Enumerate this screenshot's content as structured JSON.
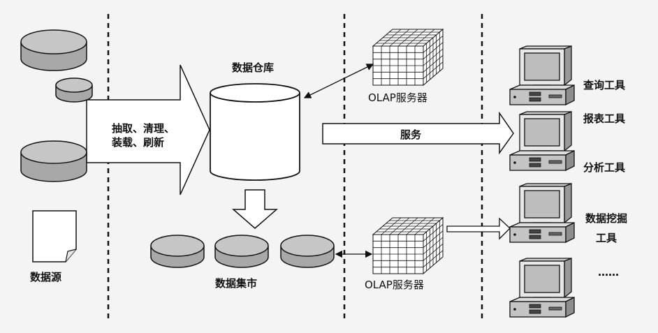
{
  "labels": {
    "data_source": "数据源",
    "etl_line1": "抽取、清理、",
    "etl_line2": "装载、刷新",
    "data_warehouse": "数据仓库",
    "olap_server_top": "OLAP服务器",
    "olap_server_bottom": "OLAP服务器",
    "service": "服务",
    "data_marts": "数据集市",
    "tools": [
      "查询工具",
      "报表工具",
      "分析工具",
      "数据挖掘\n工具",
      "……"
    ]
  },
  "colors": {
    "disk_fill": "#a8a8a8",
    "disk_top": "#c6c6c6",
    "cube_fill": "#ffffff",
    "line": "#111111",
    "background": "#f4f4f4"
  }
}
